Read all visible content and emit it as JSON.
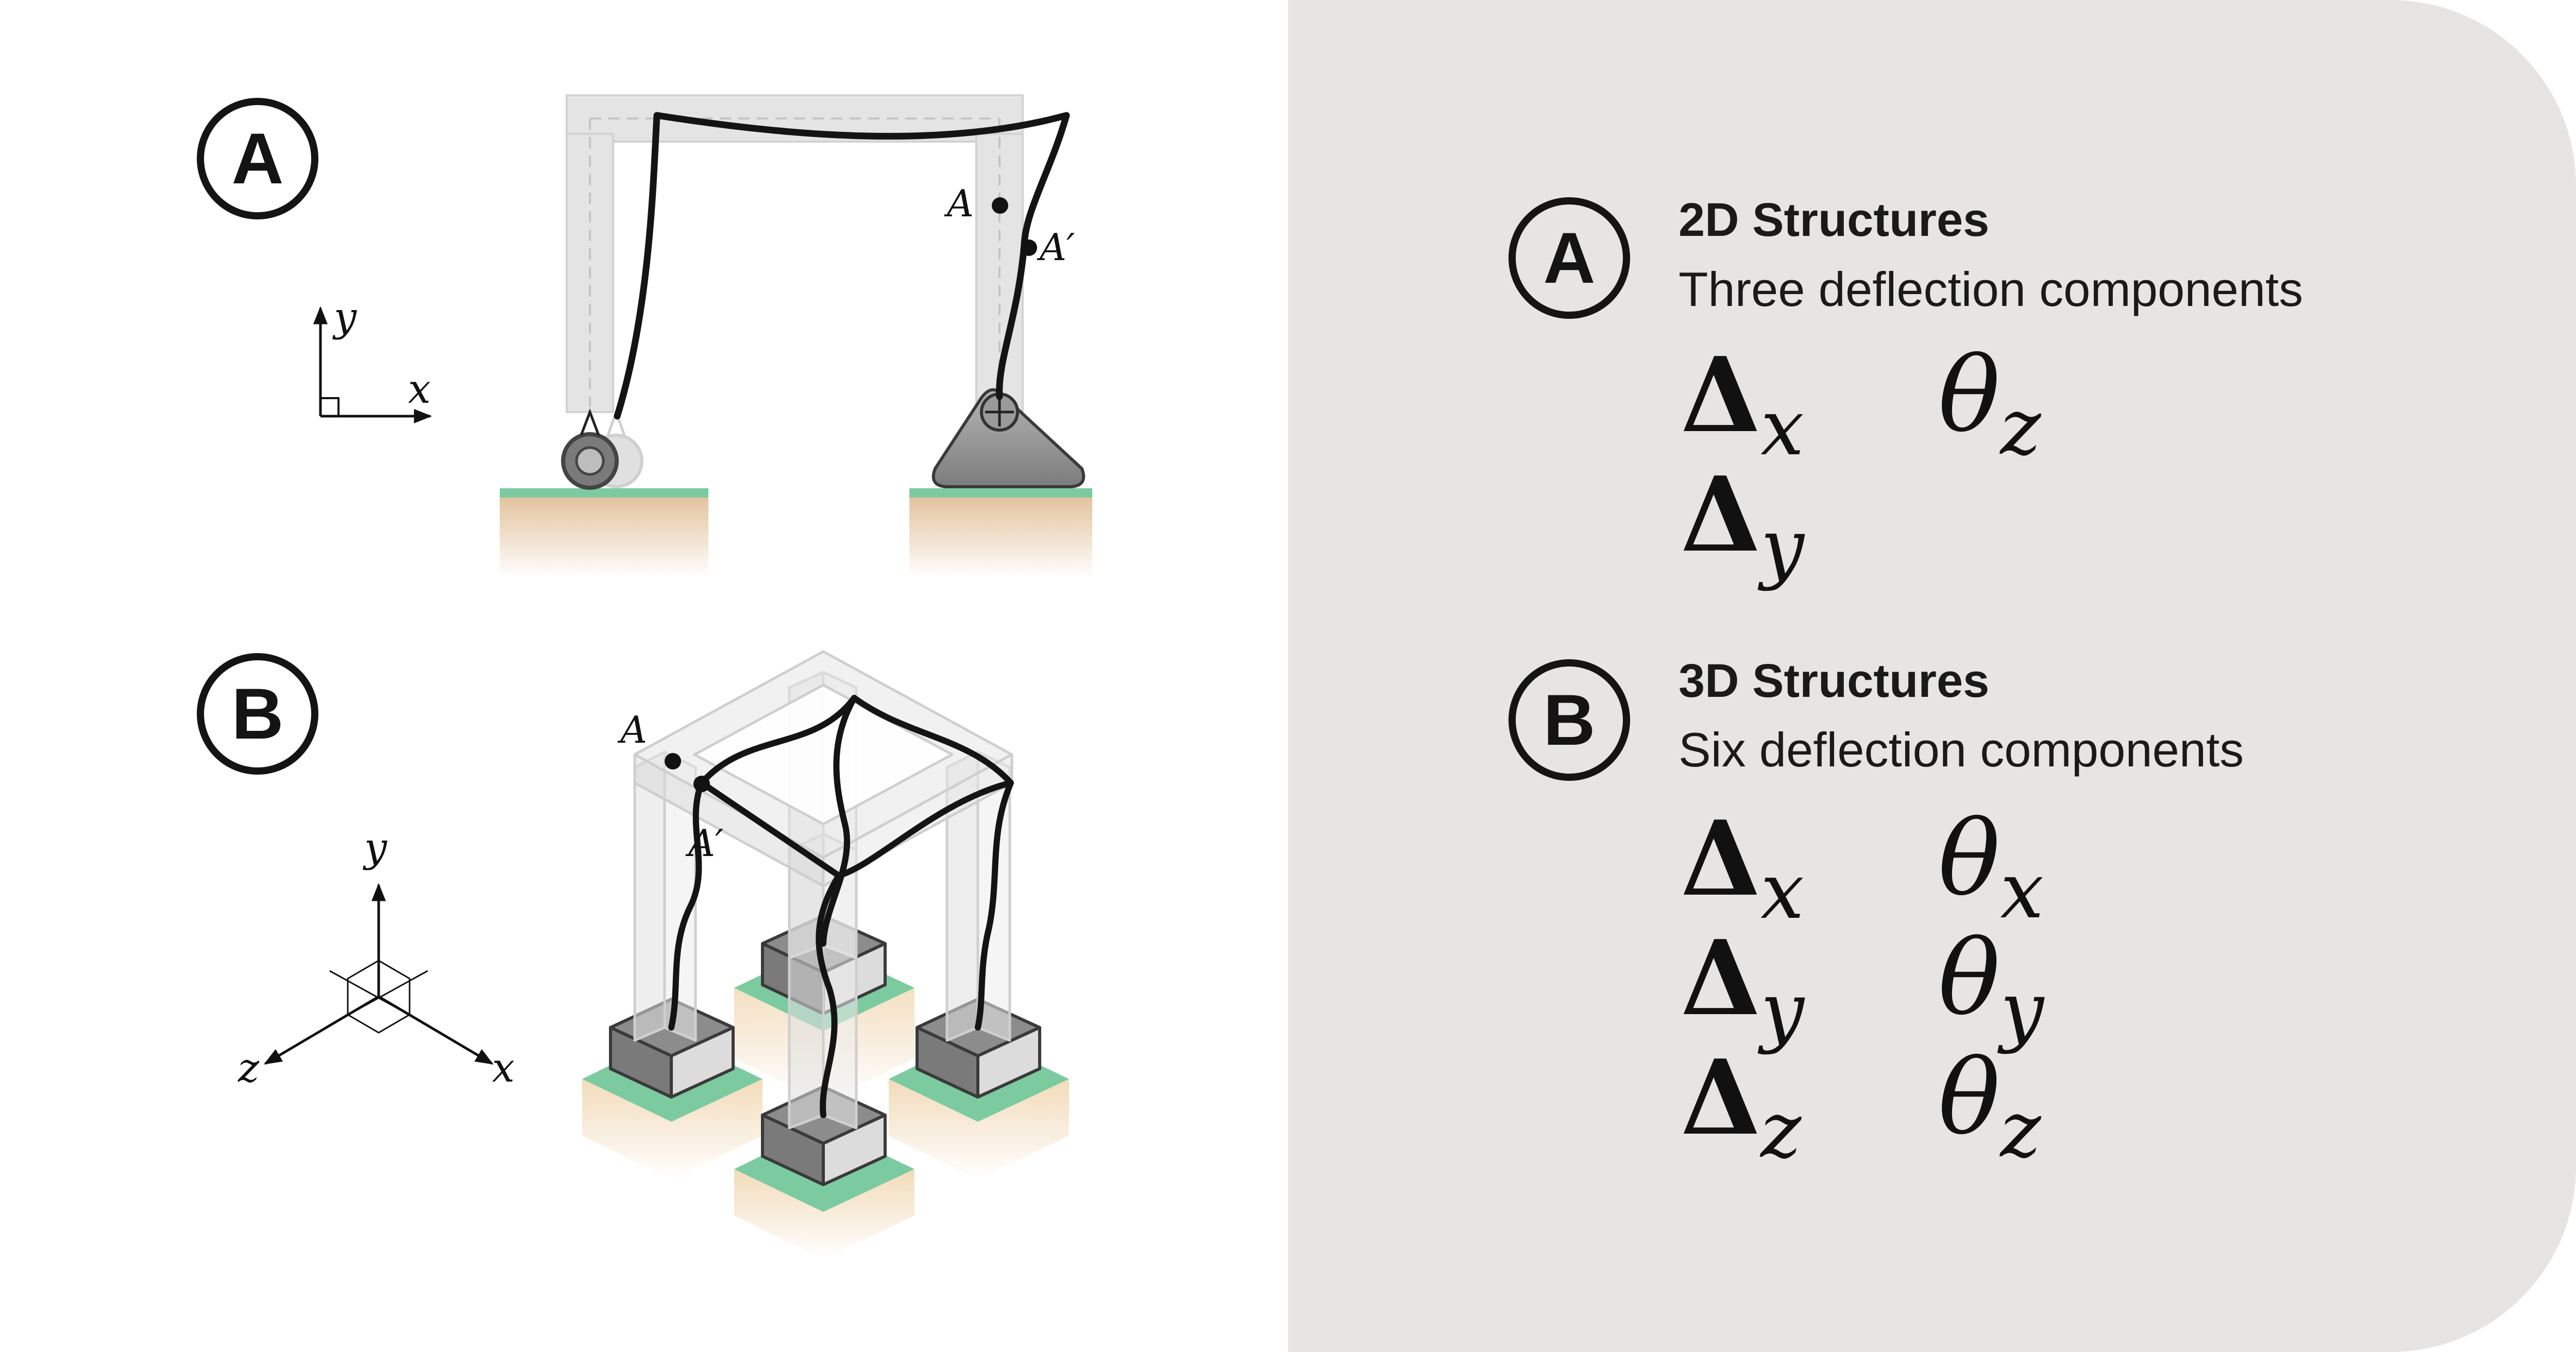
{
  "left": {
    "panel_a_badge": "A",
    "panel_b_badge": "B",
    "axes_a": {
      "y": "y",
      "x": "x"
    },
    "axes_b": {
      "y": "y",
      "z": "z",
      "x": "x"
    },
    "frame_a_labels": {
      "point": "A",
      "deflected": "A′"
    },
    "frame_b_labels": {
      "point": "A",
      "deflected": "A′"
    }
  },
  "right": {
    "a": {
      "badge": "A",
      "title": "2D Structures",
      "subtitle": "Three deflection components",
      "components": [
        {
          "symbol": "Δ",
          "sub": "x"
        },
        {
          "symbol": "θ",
          "sub": "z"
        },
        {
          "symbol": "Δ",
          "sub": "y"
        }
      ]
    },
    "b": {
      "badge": "B",
      "title": "3D Structures",
      "subtitle": "Six deflection components",
      "components": [
        {
          "symbol": "Δ",
          "sub": "x"
        },
        {
          "symbol": "θ",
          "sub": "x"
        },
        {
          "symbol": "Δ",
          "sub": "y"
        },
        {
          "symbol": "θ",
          "sub": "y"
        },
        {
          "symbol": "Δ",
          "sub": "z"
        },
        {
          "symbol": "θ",
          "sub": "z"
        }
      ]
    }
  },
  "colors": {
    "panel_bg": "#e6e5e3",
    "ink": "#141414",
    "ghost_frame": "#e3e3e3",
    "ground_green": "#7ccba0",
    "ground_sand": "#e7c9a3",
    "support_gray": "#8a8a8a"
  }
}
